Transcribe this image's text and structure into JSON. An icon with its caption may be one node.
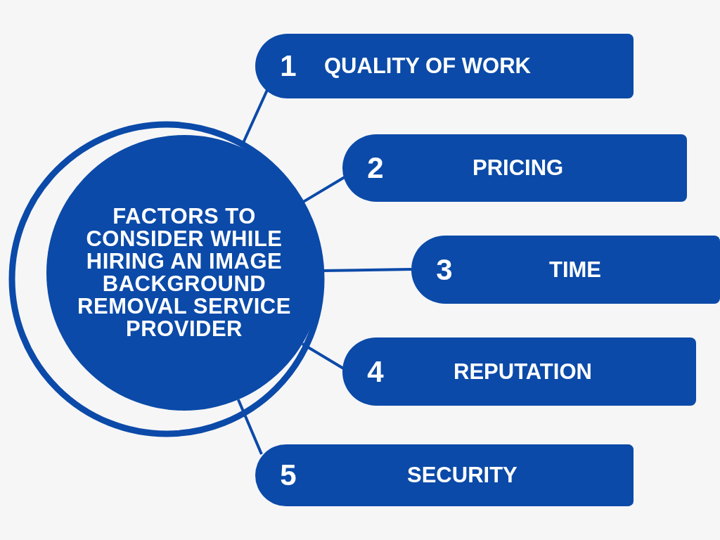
{
  "diagram": {
    "nodes": [
      {
        "text": [
          "FACTORS TO CONSIDER WHILE HIRING AN IMAGE BACKGROUND REMOVAL SERVICE PROVIDER"
        ]
      },
      {
        "text": [
          "1",
          "QUALITY OF WORK"
        ]
      },
      {
        "text": [
          "2",
          "PRICING"
        ]
      },
      {
        "text": [
          "3",
          "TIME"
        ]
      },
      {
        "text": [
          "4",
          "REPUTATION"
        ]
      },
      {
        "text": [
          "5",
          "SECURITY"
        ]
      }
    ],
    "edges": [
      {
        "from": 0,
        "to": 1,
        "arrow": "none"
      },
      {
        "from": 0,
        "to": 2,
        "arrow": "none"
      },
      {
        "from": 0,
        "to": 3,
        "arrow": "none"
      },
      {
        "from": 0,
        "to": 4,
        "arrow": "none"
      },
      {
        "from": 0,
        "to": 5,
        "arrow": "none"
      }
    ]
  }
}
